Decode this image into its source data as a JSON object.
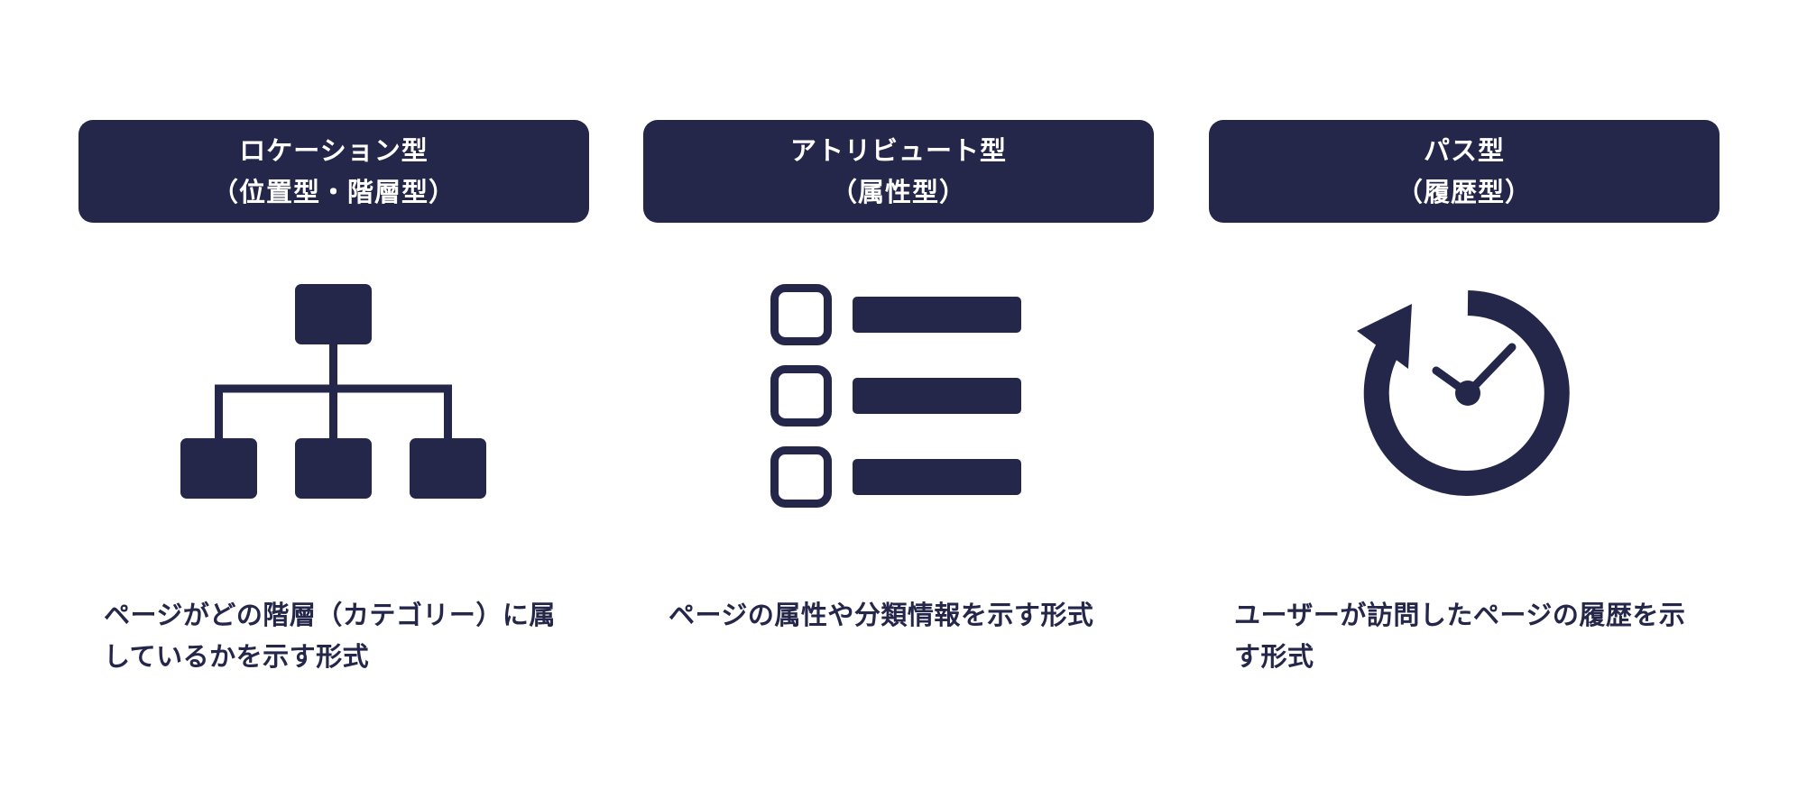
{
  "colors": {
    "navy": "#25274a",
    "background": "#ffffff",
    "header_text": "#ffffff"
  },
  "columns": [
    {
      "title_line1": "ロケーション型",
      "title_line2": "（位置型・階層型）",
      "icon": "hierarchy-tree-icon",
      "description": "ページがどの階層（カテゴリー）に属しているかを示す形式"
    },
    {
      "title_line1": "アトリビュート型",
      "title_line2": "（属性型）",
      "icon": "checklist-icon",
      "description": "ページの属性や分類情報を示す形式"
    },
    {
      "title_line1": "パス型",
      "title_line2": "（履歴型）",
      "icon": "history-clock-icon",
      "description": "ユーザーが訪問したページの履歴を示す形式"
    }
  ]
}
